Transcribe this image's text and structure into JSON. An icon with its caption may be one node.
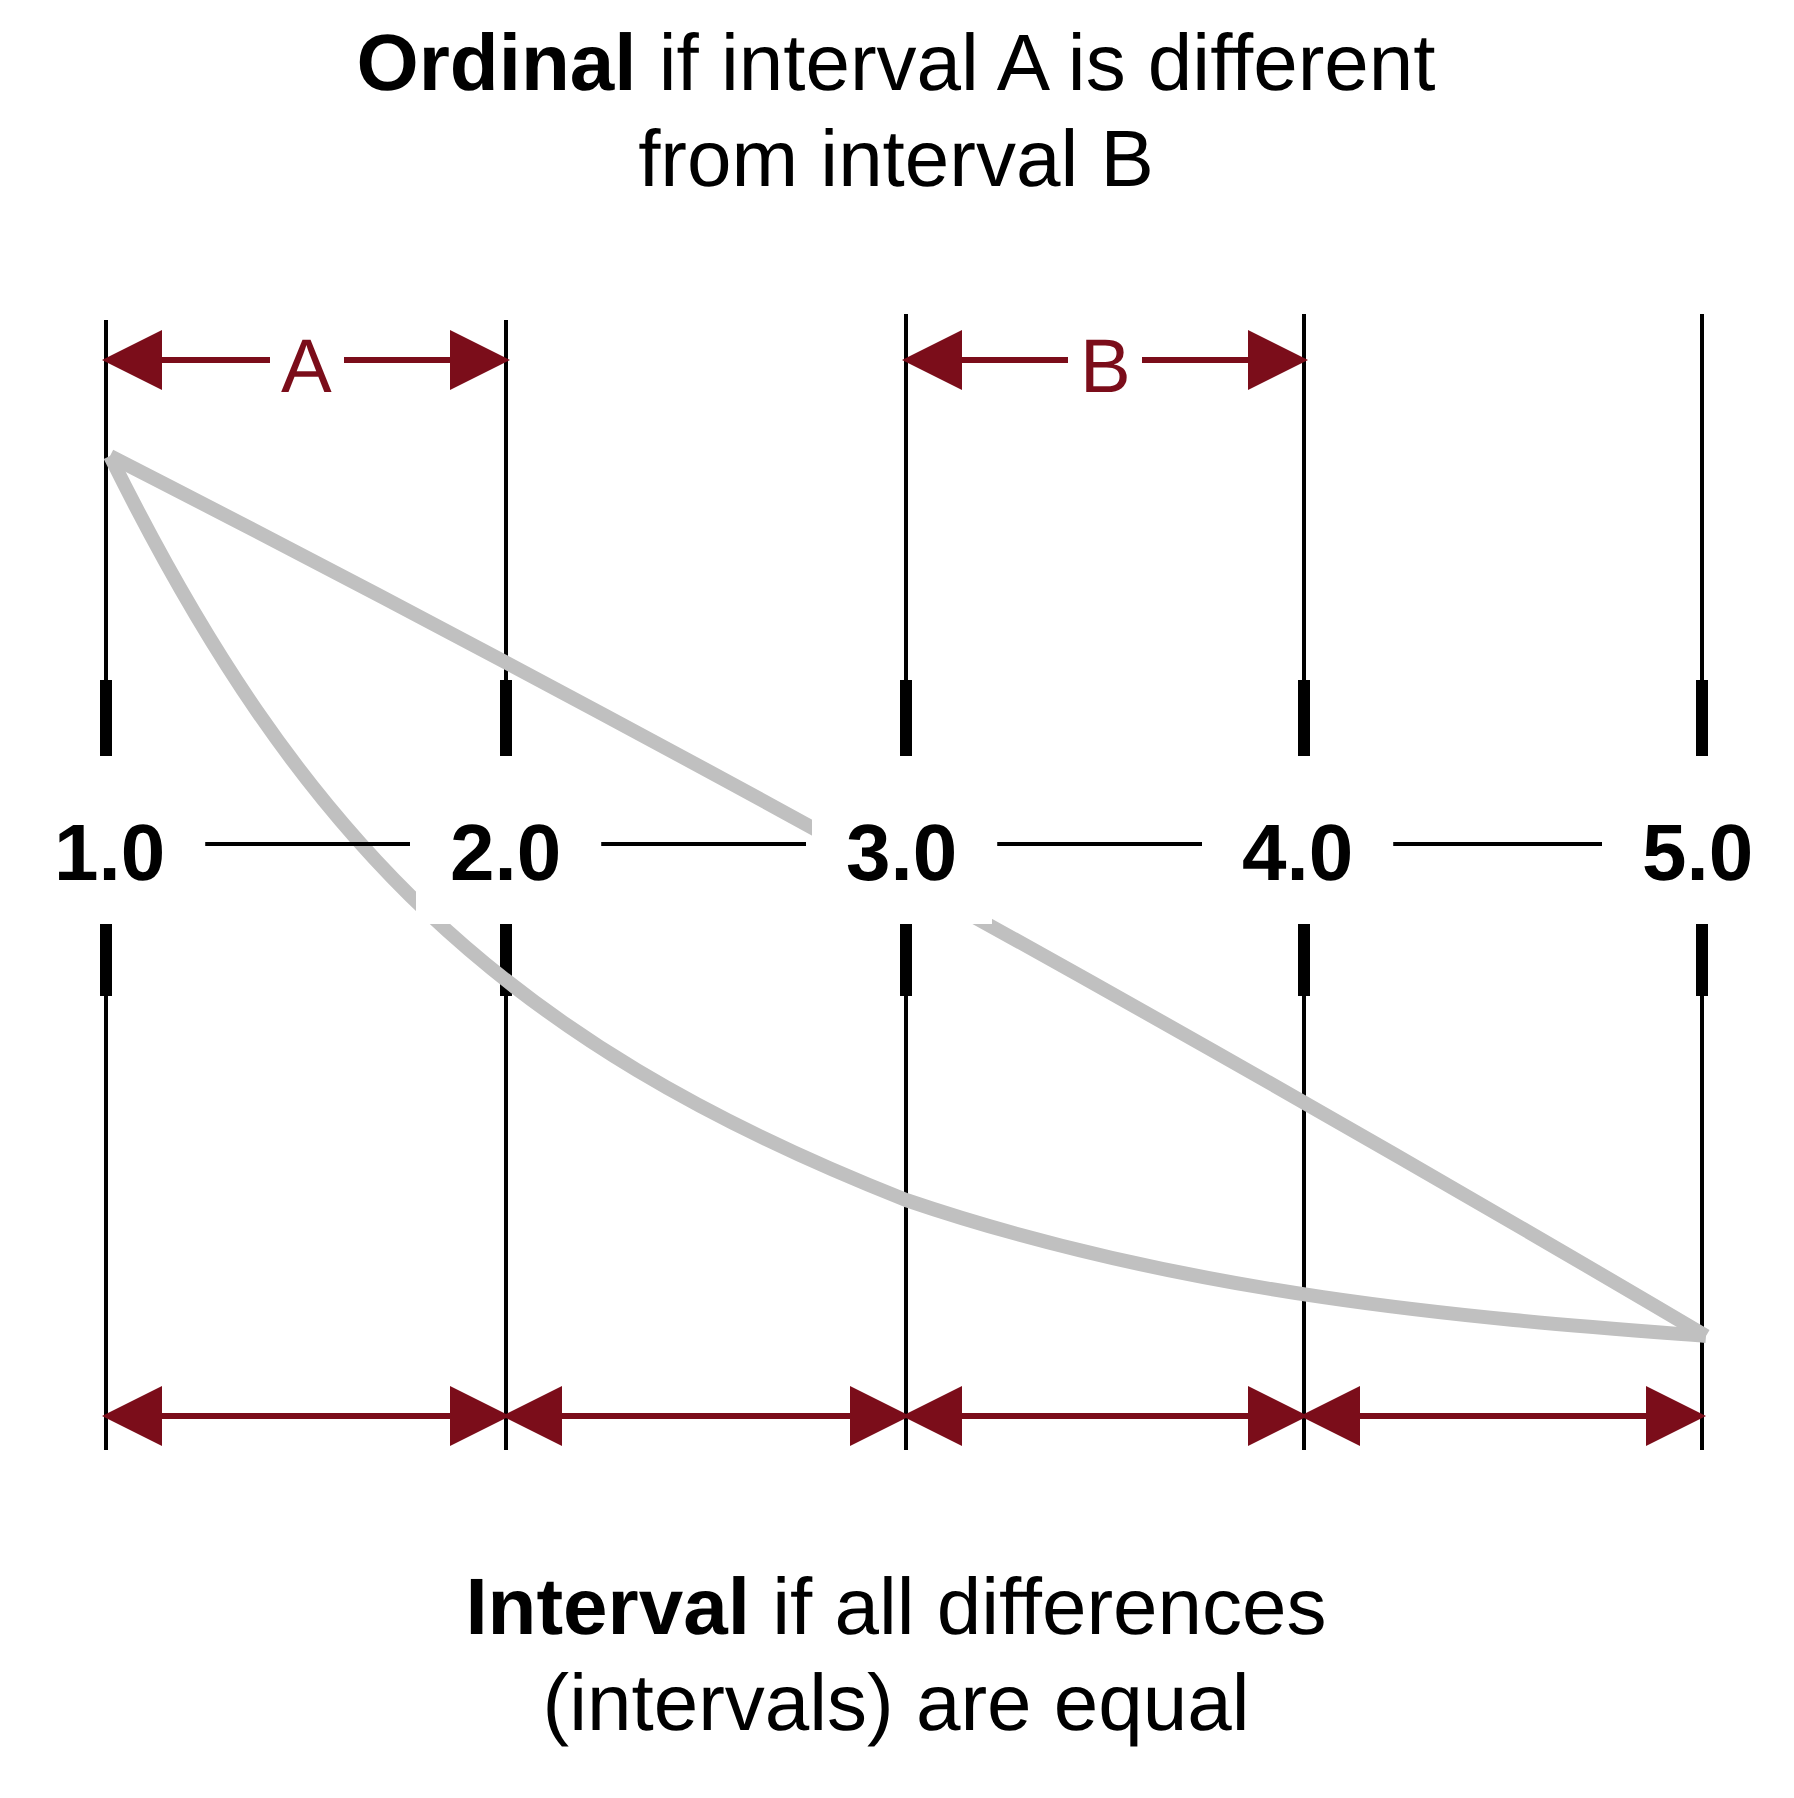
{
  "diagram": {
    "title": "**Ordinal** if interval A is different from interval B",
    "caption": "**Interval** if all differences (intervals) are equal",
    "nodes": [
      {
        "text": [
          "1.0"
        ]
      },
      {
        "text": [
          "2.0"
        ]
      },
      {
        "text": [
          "3.0"
        ]
      },
      {
        "text": [
          "4.0"
        ]
      },
      {
        "text": [
          "5.0"
        ]
      }
    ],
    "edges": [
      {
        "from": 0,
        "to": 1,
        "arrow": "none"
      },
      {
        "from": 1,
        "to": 2,
        "arrow": "none"
      },
      {
        "from": 2,
        "to": 3,
        "arrow": "none"
      },
      {
        "from": 3,
        "to": 4,
        "arrow": "none"
      }
    ],
    "labels": [
      "A",
      "B"
    ]
  }
}
